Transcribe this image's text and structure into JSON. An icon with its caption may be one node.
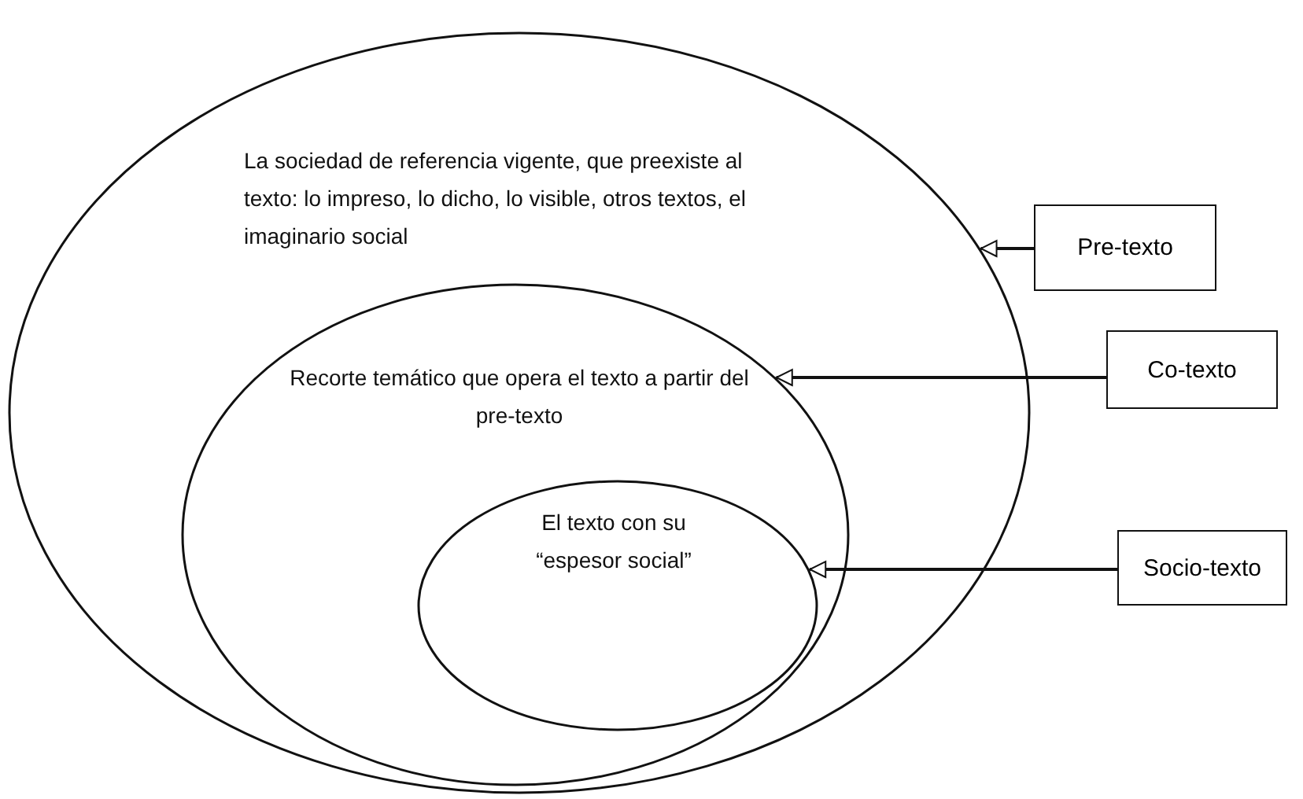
{
  "diagram": {
    "nodes": [
      {
        "text": [
          "La sociedad de referencia vigente, que preexiste al texto: lo impreso, lo dicho, lo visible, otros textos, el imaginario social"
        ]
      },
      {
        "text": [
          "Recorte temático que opera el texto a partir del pre-texto"
        ],
        "in": 0
      },
      {
        "text": [
          "El texto con su “espesor social”"
        ],
        "in": 1
      },
      {
        "text": [
          "Pre-texto"
        ]
      },
      {
        "text": [
          "Co-texto"
        ]
      },
      {
        "text": [
          "Socio-texto"
        ]
      }
    ],
    "edges": [
      {
        "from": 3,
        "to": 0,
        "arrow": "to"
      },
      {
        "from": 4,
        "to": 1,
        "arrow": "to"
      },
      {
        "from": 5,
        "to": 2,
        "arrow": "to"
      }
    ]
  }
}
